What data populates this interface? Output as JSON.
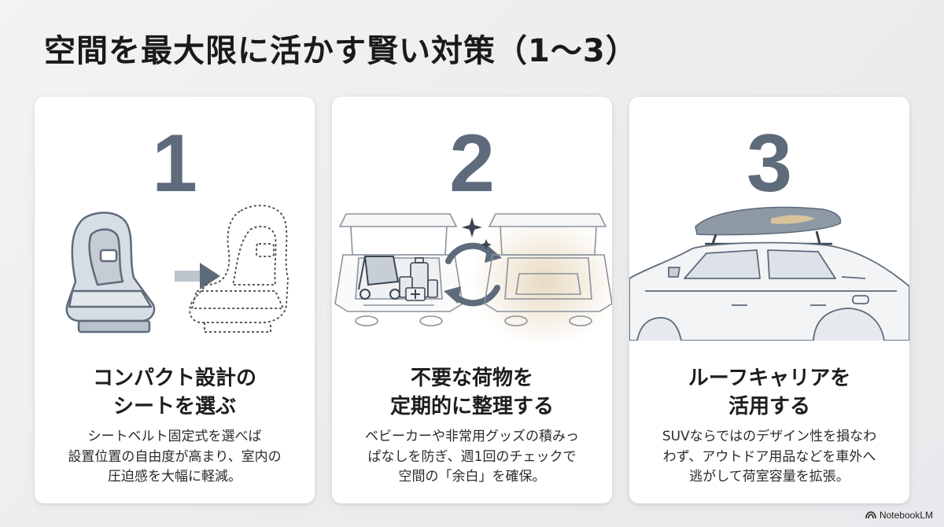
{
  "title": "空間を最大限に活かす賢い対策（1〜3）",
  "cards": [
    {
      "number": "1",
      "heading": [
        "コンパクト設計の",
        "シートを選ぶ"
      ],
      "description": [
        "シートベルト固定式を選べば",
        "設置位置の自由度が高まり、室内の",
        "圧迫感を大幅に軽減。"
      ]
    },
    {
      "number": "2",
      "heading": [
        "不要な荷物を",
        "定期的に整理する"
      ],
      "description": [
        "ベビーカーや非常用グッズの積みっ",
        "ぱなしを防ぎ、週1回のチェックで",
        "空間の「余白」を確保。"
      ]
    },
    {
      "number": "3",
      "heading": [
        "ルーフキャリアを",
        "活用する"
      ],
      "description": [
        "SUVならではのデザイン性を損なわ",
        "わず、アウトドア用品などを車外へ",
        "逃がして荷室容量を拡張。"
      ]
    }
  ],
  "logo": {
    "text": "NotebookLM",
    "icon": "notebooklm-icon"
  },
  "colors": {
    "number": "#5d6b7b",
    "accent_beige": "#e8d9bf",
    "illustration_gray": "#9aa4b0"
  }
}
